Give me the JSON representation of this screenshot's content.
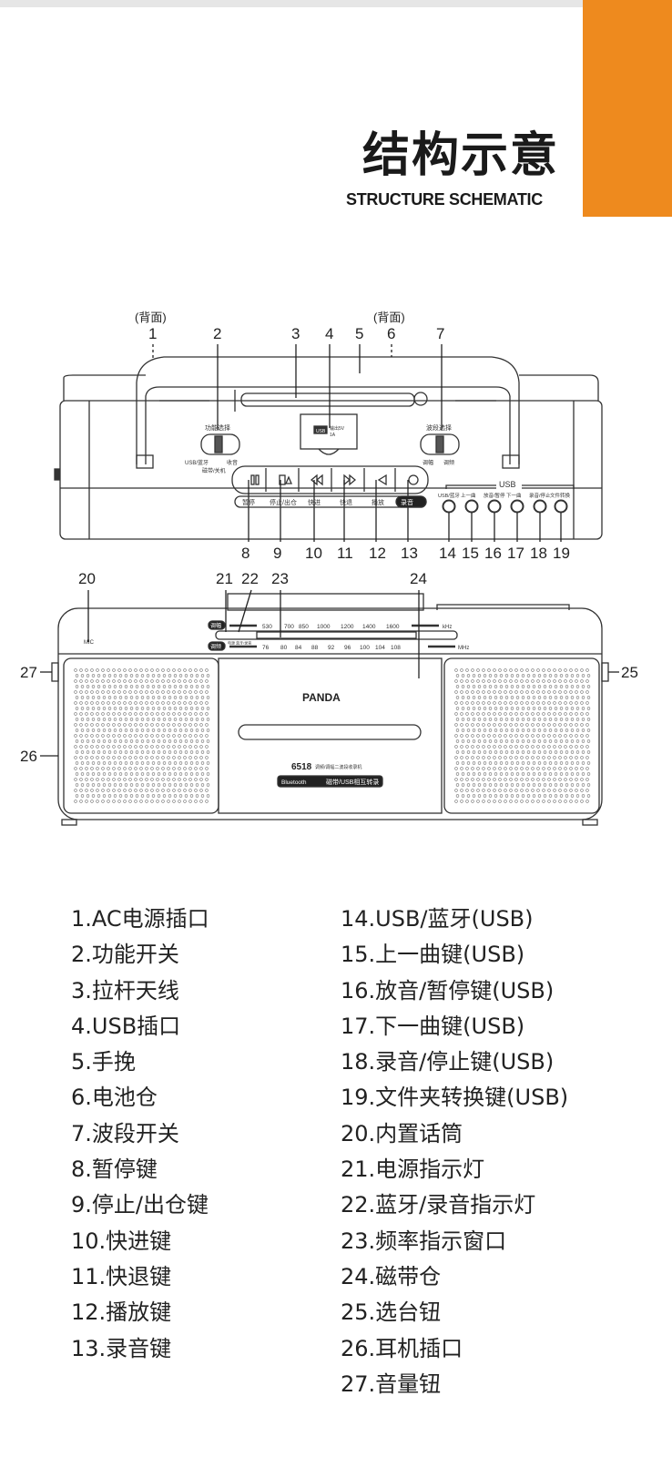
{
  "header": {
    "title": "结构示意",
    "subtitle": "STRUCTURE SCHEMATIC",
    "accent_color": "#ee8a1e"
  },
  "top_view": {
    "back_label": "(背面)",
    "callouts_top": [
      "1",
      "2",
      "3",
      "4",
      "5",
      "6",
      "7"
    ],
    "callouts_bottom": [
      "8",
      "9",
      "10",
      "11",
      "12",
      "13",
      "14",
      "15",
      "16",
      "17",
      "18",
      "19"
    ],
    "function_switch": {
      "title": "功能选择",
      "left": "USB/蓝牙",
      "right": "收音",
      "bottom": "磁带/关机"
    },
    "band_switch": {
      "title": "波段选择",
      "left": "调幅",
      "right": "调频"
    },
    "usb_port": {
      "label": "USB",
      "spec1": "输出5V",
      "spec2": "1A"
    },
    "transport_labels": [
      "暂停",
      "停止/出仓",
      "快进",
      "快退",
      "播放",
      "录音"
    ],
    "usb_group": "USB",
    "usb_buttons": [
      "USB/蓝牙",
      "上一曲",
      "放音/暂停",
      "下一曲",
      "录音/停止",
      "文件转换"
    ]
  },
  "front_view": {
    "callouts": [
      "20",
      "21",
      "22",
      "23",
      "24",
      "25",
      "26",
      "27"
    ],
    "am_label": "调幅",
    "am_ticks": [
      "530",
      "700",
      "850",
      "1000",
      "1200",
      "1400",
      "1600"
    ],
    "am_unit": "kHz",
    "fm_label": "调频",
    "fm_ticks": [
      "76",
      "80",
      "84",
      "88",
      "92",
      "96",
      "100",
      "104",
      "108"
    ],
    "fm_unit": "MHz",
    "indicator_labels": "电源  蓝牙/录音",
    "mic": "MIC",
    "brand": "PANDA",
    "model": "6518",
    "model_desc": "调频/调幅二波段收录机",
    "bluetooth": "Bluetooth",
    "transfer": "磁带/USB相互转录"
  },
  "legend_left": [
    "1.AC电源插口",
    "2.功能开关",
    "3.拉杆天线",
    "4.USB插口",
    "5.手挽",
    "6.电池仓",
    "7.波段开关",
    "8.暂停键",
    "9.停止/出仓键",
    "10.快进键",
    "11.快退键",
    "12.播放键",
    "13.录音键"
  ],
  "legend_right": [
    "14.USB/蓝牙(USB)",
    "15.上一曲键(USB)",
    "16.放音/暂停键(USB)",
    "17.下一曲键(USB)",
    "18.录音/停止键(USB)",
    "19.文件夹转换键(USB)",
    "20.内置话筒",
    "21.电源指示灯",
    "22.蓝牙/录音指示灯",
    "23.频率指示窗口",
    "24.磁带仓",
    "25.选台钮",
    "26.耳机插口",
    "27.音量钮"
  ]
}
